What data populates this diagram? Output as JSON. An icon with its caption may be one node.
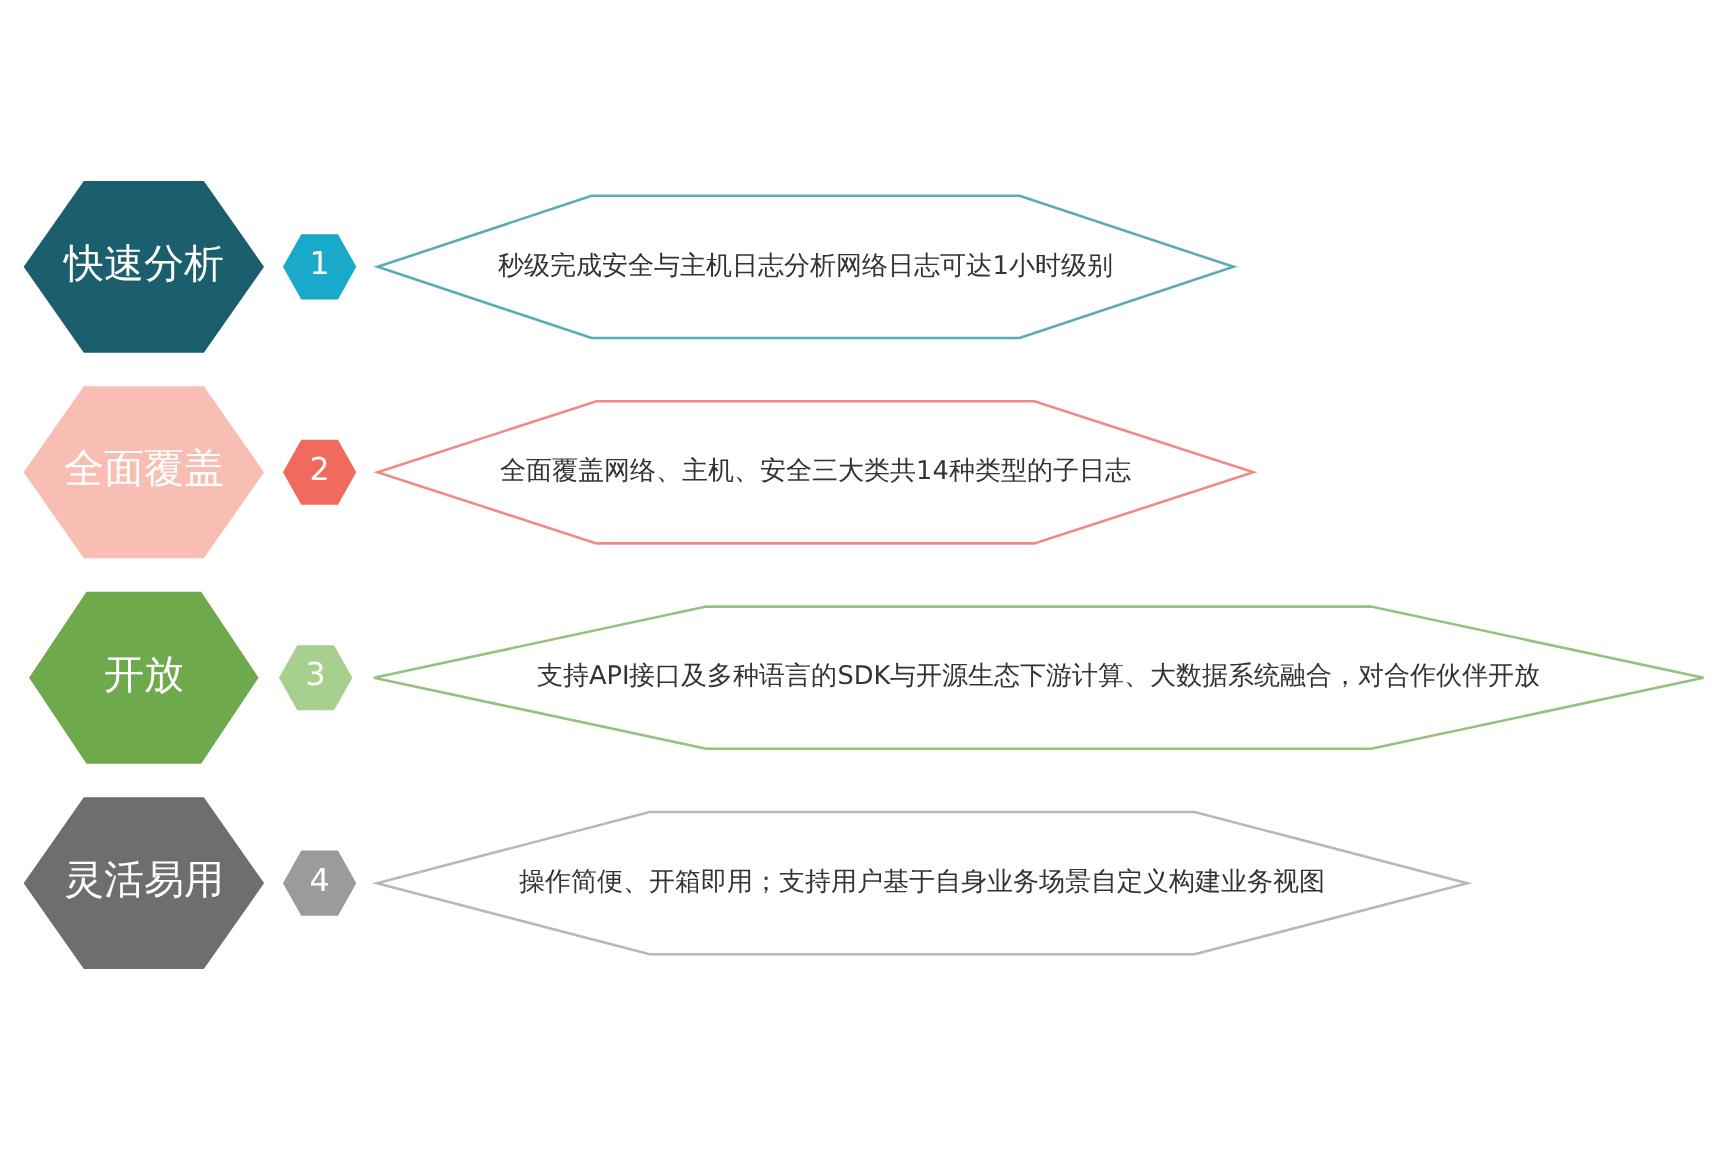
{
  "diagram": {
    "nodes": [
      {
        "text": [
          "快速分析"
        ]
      },
      {
        "text": [
          "1"
        ]
      },
      {
        "text": [
          "秒级完成安全与主机日志分析网络日志可达1小时级别"
        ]
      },
      {
        "text": [
          "全面覆盖"
        ]
      },
      {
        "text": [
          "2"
        ]
      },
      {
        "text": [
          "全面覆盖网络、主机、安全三大类共14种类型的子日志"
        ]
      },
      {
        "text": [
          "开放"
        ]
      },
      {
        "text": [
          "3"
        ]
      },
      {
        "text": [
          "支持API接口及多种语言的SDK与开源生态下游计算、大数据系统融合，对合作伙伴开放"
        ]
      },
      {
        "text": [
          "灵活易用"
        ]
      },
      {
        "text": [
          "4"
        ]
      },
      {
        "text": [
          "操作简便、开箱即用；支持用户基于自身业务场景自定义构建业务视图"
        ]
      }
    ]
  }
}
